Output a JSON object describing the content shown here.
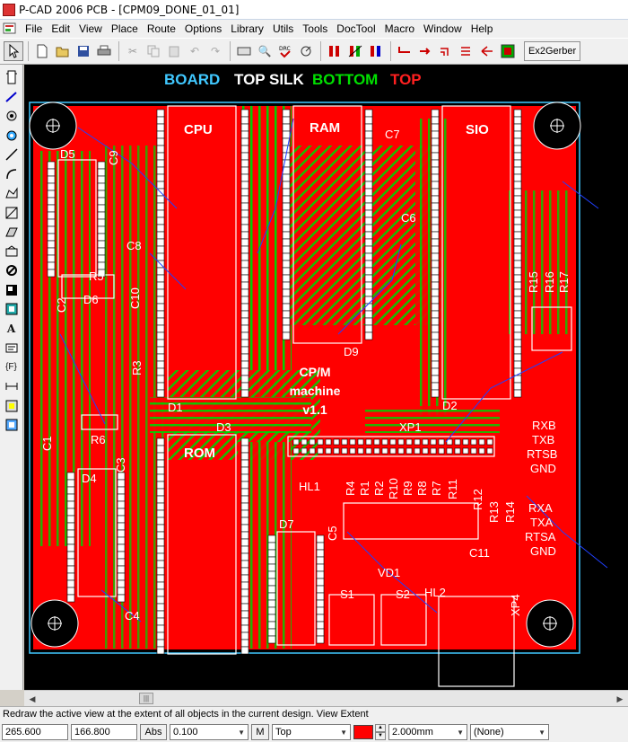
{
  "window": {
    "title": "P-CAD 2006 PCB - [CPM09_DONE_01_01]"
  },
  "menu": [
    "File",
    "Edit",
    "View",
    "Place",
    "Route",
    "Options",
    "Library",
    "Utils",
    "Tools",
    "DocTool",
    "Macro",
    "Window",
    "Help"
  ],
  "toolbar": {
    "ex2gerber_label": "Ex2Gerber"
  },
  "board": {
    "legend": [
      {
        "text": "BOARD",
        "color": "#40c8ff"
      },
      {
        "text": "TOP SILK",
        "color": "#ffffff"
      },
      {
        "text": "BOTTOM",
        "color": "#00e000"
      },
      {
        "text": "TOP",
        "color": "#ff2020"
      }
    ],
    "chip_labels": {
      "cpu": "CPU",
      "ram": "RAM",
      "sio": "SIO",
      "rom": "ROM"
    },
    "machine_label": [
      "CP/M",
      "machine",
      "v1.1"
    ],
    "designators": [
      "D5",
      "C9",
      "C8",
      "R5",
      "D6",
      "C10",
      "C2",
      "R3",
      "C1",
      "R6",
      "D4",
      "C3",
      "D1",
      "D3",
      "C4",
      "D7",
      "C5",
      "C7",
      "C6",
      "D9",
      "D2",
      "XP1",
      "HL1",
      "R4",
      "R1",
      "R2",
      "R10",
      "R9",
      "R8",
      "R7",
      "R11",
      "R12",
      "R13",
      "R14",
      "R15",
      "R16",
      "R17",
      "C11",
      "VD1",
      "S1",
      "S2",
      "HL2",
      "XP4"
    ],
    "connector_labels": [
      "RXB",
      "TXB",
      "RTSB",
      "GND",
      "RXA",
      "TXA",
      "RTSA",
      "GND"
    ],
    "colors": {
      "board_outline": "#40c8ff",
      "top_copper": "#ff0000",
      "bottom_copper": "#00d000",
      "silk": "#ffffff",
      "background": "#000000"
    }
  },
  "status": {
    "message": "Redraw the active view at the extent of all objects in the current design. View Extent",
    "x": "265.600",
    "y": "166.800",
    "abs_label": "Abs",
    "grid": "0.100",
    "m_label": "M",
    "layer": "Top",
    "layer_color": "#ff0000",
    "trace_width": "2.000mm",
    "net": "(None)"
  }
}
